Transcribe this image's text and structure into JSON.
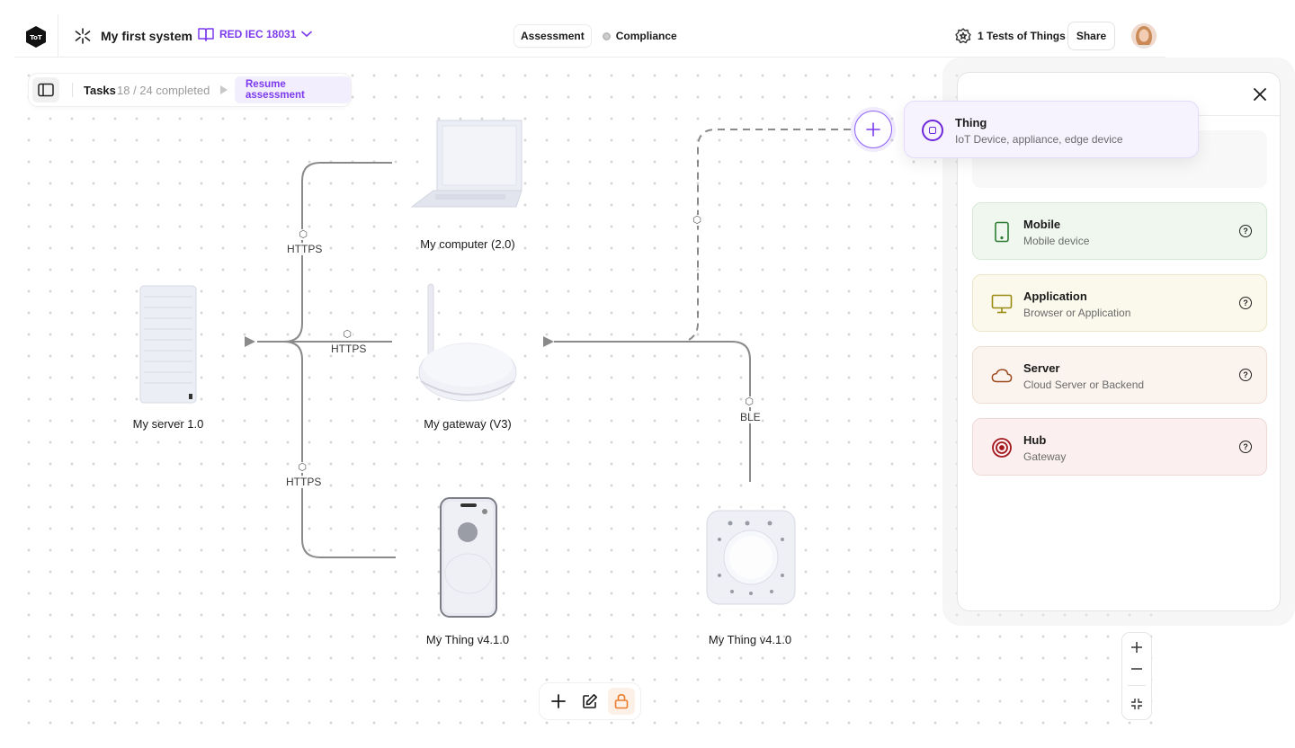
{
  "topbar": {
    "logo_text": "ToT",
    "system_title": "My first system",
    "standard": "RED IEC 18031",
    "tabs": [
      {
        "label": "Assessment",
        "active": true
      },
      {
        "label": "Compliance",
        "active": false
      }
    ],
    "tests_label": "1 Tests of Things",
    "share_label": "Share"
  },
  "tasks": {
    "label": "Tasks",
    "progress": "18 / 24 completed",
    "resume_label": "Resume assessment"
  },
  "nodes": {
    "server": "My server 1.0",
    "computer": "My computer (2.0)",
    "gateway": "My gateway (V3)",
    "phone": "My Thing v4.1.0",
    "thing": "My Thing v4.1.0"
  },
  "edges": {
    "computer": "HTTPS",
    "gateway": "HTTPS",
    "phone": "HTTPS",
    "thing": "BLE"
  },
  "panel": {
    "cards": [
      {
        "title": "Mobile",
        "subtitle": "Mobile device",
        "bg": "#eff7ef",
        "border": "#d5e9d5",
        "icon": "mobile-icon",
        "color": "#2e7d32"
      },
      {
        "title": "Application",
        "subtitle": "Browser or Application",
        "bg": "#fbf9ec",
        "border": "#ece6c6",
        "icon": "monitor-icon",
        "color": "#9a8a10"
      },
      {
        "title": "Server",
        "subtitle": "Cloud Server or Backend",
        "bg": "#fbf3ee",
        "border": "#eeddd3",
        "icon": "cloud-icon",
        "color": "#9a4a1c"
      },
      {
        "title": "Hub",
        "subtitle": "Gateway",
        "bg": "#fbf0ef",
        "border": "#efd9d7",
        "icon": "target-icon",
        "color": "#a3161e"
      }
    ]
  },
  "popover": {
    "title": "Thing",
    "subtitle": "IoT Device, appliance, edge device",
    "icon": "thing-icon",
    "accent": "#7c3aed"
  },
  "colors": {
    "accent": "#7c3aed",
    "lock_accent": "#ea7c2c"
  }
}
